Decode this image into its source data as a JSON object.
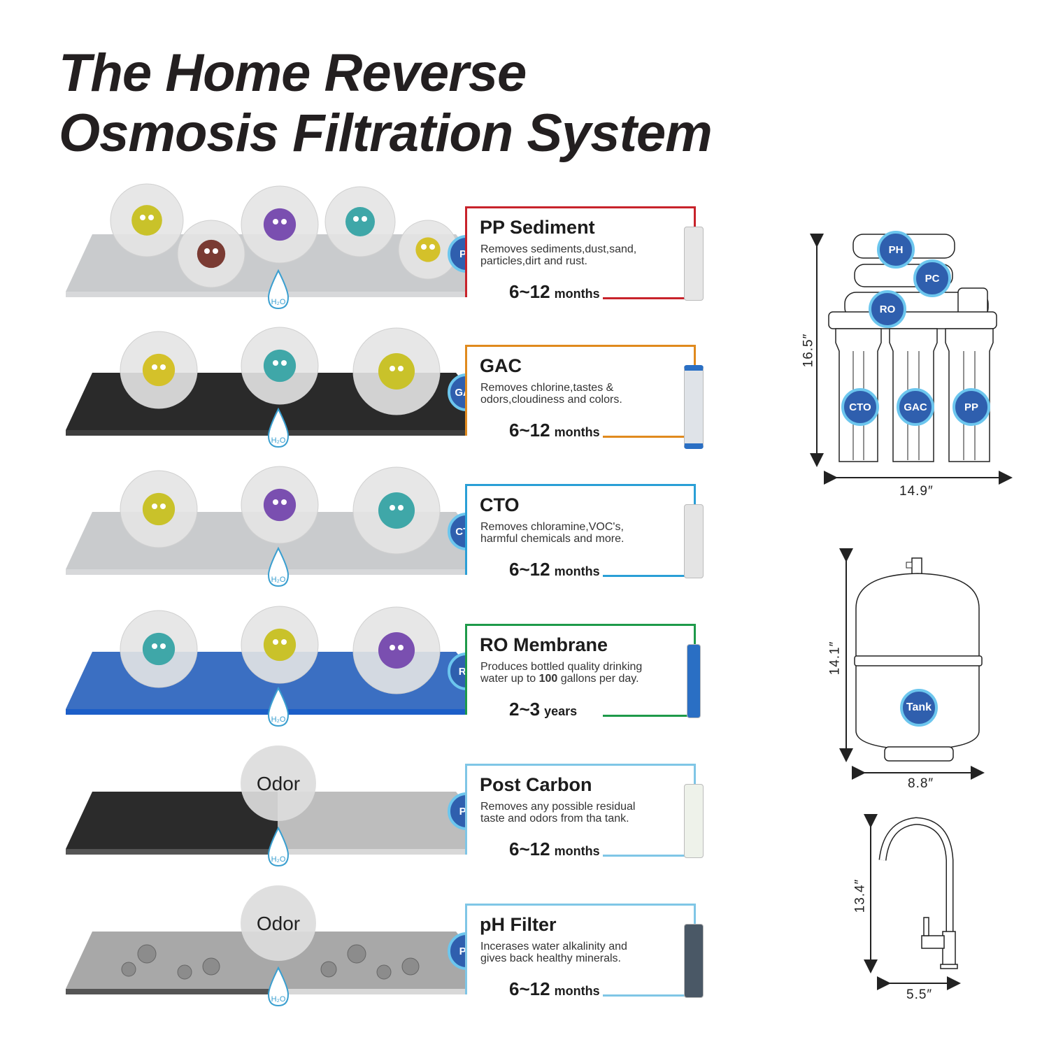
{
  "title": {
    "line1": "The Home Reverse",
    "line2": "Osmosis Filtration System"
  },
  "colors": {
    "pp": "#c8232b",
    "gac": "#e08a1e",
    "cto": "#2a9fd6",
    "ro": "#1e9a4a",
    "pc": "#7fc6e6",
    "ph": "#7fc6e6",
    "badge_fill": "#2f5fae",
    "badge_ring": "#6cc6ee"
  },
  "water_label": "H₂O",
  "stages": [
    {
      "id": "pp",
      "badge": "PP",
      "name": "PP Sediment",
      "desc_line1": "Removes sediments,dust,sand,",
      "desc_line2": "particles,dirt and rust.",
      "life_value": "6~12",
      "life_unit": "months",
      "layer": "gray",
      "contaminants": [
        "pollen",
        "worm",
        "allergen",
        "germs",
        "bacteria"
      ]
    },
    {
      "id": "gac",
      "badge": "GAC",
      "name": "GAC",
      "desc_line1": "Removes chlorine,tastes &",
      "desc_line2": "odors,cloudiness and colors.",
      "life_value": "6~12",
      "life_unit": "months",
      "layer": "carbon",
      "contaminants": [
        "bacteria",
        "germs",
        "pollen"
      ]
    },
    {
      "id": "cto",
      "badge": "CTO",
      "name": "CTO",
      "desc_line1": "Removes chloramine,VOC's,",
      "desc_line2": "harmful chemicals and more.",
      "life_value": "6~12",
      "life_unit": "months",
      "layer": "gray",
      "contaminants": [
        "pollen",
        "allergen",
        "germs"
      ]
    },
    {
      "id": "ro",
      "badge": "RO",
      "name": "RO Membrane",
      "desc_line1": "Produces bottled quality drinking",
      "desc_line2_pre": "water up to ",
      "desc_line2_bold": "100",
      "desc_line2_post": " gallons per day.",
      "life_value": "2~3",
      "life_unit": "years",
      "layer": "blue",
      "contaminants": [
        "germs",
        "pollen",
        "allergen"
      ]
    },
    {
      "id": "pc",
      "badge": "PC",
      "name": "Post Carbon",
      "desc_line1": "Removes any possible residual",
      "desc_line2": "taste and odors from tha tank.",
      "life_value": "6~12",
      "life_unit": "months",
      "layer": "carbon-mesh",
      "odor_label": "Odor"
    },
    {
      "id": "ph",
      "badge": "PH",
      "name": "pH Filter",
      "desc_line1": "Incerases water alkalinity and",
      "desc_line2": "gives back healthy minerals.",
      "life_value": "6~12",
      "life_unit": "months",
      "layer": "mesh-minerals",
      "odor_label": "Odor"
    }
  ],
  "system_diagram": {
    "badges": [
      "PH",
      "PC",
      "RO",
      "CTO",
      "GAC",
      "PP"
    ],
    "height": "16.5″",
    "width": "14.9″"
  },
  "tank_diagram": {
    "badge": "Tank",
    "height": "14.1″",
    "width": "8.8″"
  },
  "faucet_diagram": {
    "height": "13.4″",
    "width": "5.5″"
  }
}
